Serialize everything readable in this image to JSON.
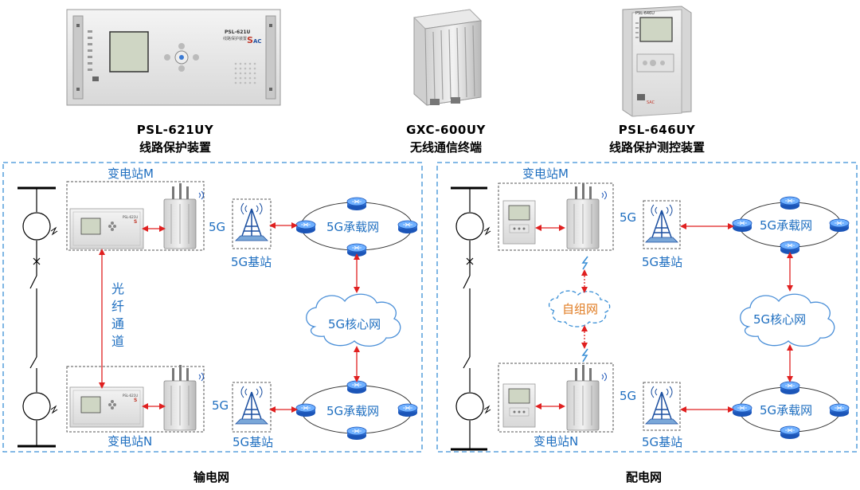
{
  "products": [
    {
      "model": "PSL-621UY",
      "desc": "线路保护装置"
    },
    {
      "model": "GXC-600UY",
      "desc": "无线通信终端"
    },
    {
      "model": "PSL-646UY",
      "desc": "线路保护测控装置"
    }
  ],
  "transmission": {
    "title": "输电网",
    "substation_m": "变电站M",
    "substation_n": "变电站N",
    "fiber_channel": "光纤通道",
    "label_5g_top": "5G",
    "label_5g_bottom": "5G",
    "base_station_top": "5G基站",
    "base_station_bottom": "5G基站",
    "bearer_net_top": "5G承载网",
    "bearer_net_bottom": "5G承载网",
    "core_net": "5G核心网"
  },
  "distribution": {
    "title": "配电网",
    "substation_m": "变电站M",
    "substation_n": "变电站N",
    "ad_hoc_net": "自组网",
    "label_5g_top": "5G",
    "label_5g_bottom": "5G",
    "base_station_top": "5G基站",
    "base_station_bottom": "5G基站",
    "bearer_net_top": "5G承载网",
    "bearer_net_bottom": "5G承载网",
    "core_net": "5G核心网"
  },
  "colors": {
    "label_blue": "#1f6fc0",
    "frame_blue": "#3a8fd6",
    "arrow_red": "#e02020",
    "router_blue": "#2a6fd0",
    "ad_hoc_orange": "#e07a1f"
  }
}
